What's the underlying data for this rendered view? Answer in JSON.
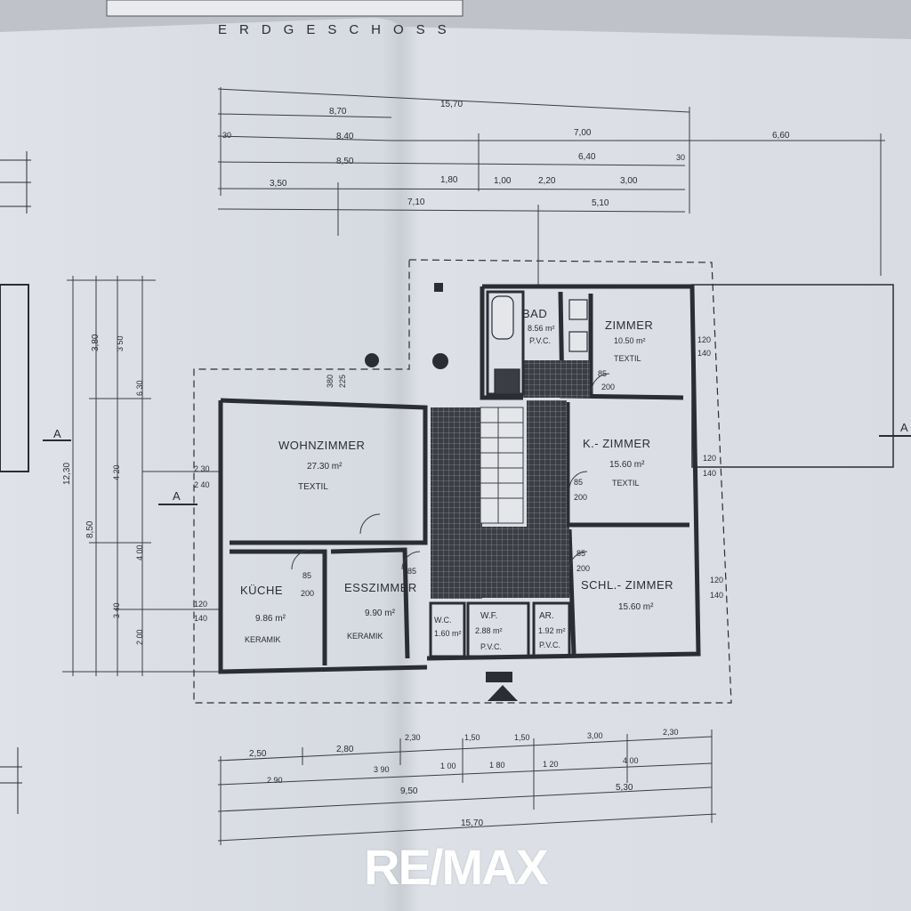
{
  "plan": {
    "title": "ERDGESCHOSS",
    "section_label": "A",
    "rooms": {
      "wohnzimmer": {
        "name": "WOHNZIMMER",
        "area": "27.30 m²",
        "floor": "TEXTIL"
      },
      "kueche": {
        "name": "KÜCHE",
        "area": "9.86 m²",
        "floor": "KERAMIK"
      },
      "esszimmer": {
        "name": "ESSZIMMER",
        "area": "9.90 m²",
        "floor": "KERAMIK"
      },
      "bad": {
        "name": "BAD",
        "area": "8.56 m²",
        "floor": "P.V.C."
      },
      "zimmer": {
        "name": "ZIMMER",
        "area": "10.50 m²",
        "floor": "TEXTIL"
      },
      "kzimmer": {
        "name": "K.- ZIMMER",
        "area": "15.60 m²",
        "floor": "TEXTIL"
      },
      "schlzimmer": {
        "name": "SCHL.- ZIMMER",
        "area": "15.60 m²"
      },
      "wc": {
        "name": "W.C.",
        "area": "1.60 m²"
      },
      "wf": {
        "name": "W.F.",
        "area": "2.88 m²",
        "floor": "P.V.C."
      },
      "ar": {
        "name": "AR.",
        "area": "1.92 m²",
        "floor": "P.V.C."
      }
    },
    "top_dims": {
      "total": "15,70",
      "left_a": "8,70",
      "left_b": "8,40",
      "left_c": "8,50",
      "right_a": "7,00",
      "right_b": "6,40",
      "right_c": "5,10",
      "garage": "6,60",
      "seg_350": "3,50",
      "seg_710": "7,10",
      "seg_180": "1,80",
      "seg_100": "1,00",
      "seg_220": "2,20",
      "seg_300": "3,00",
      "seg_30": "30"
    },
    "bottom_dims": {
      "s250": "2,50",
      "s280": "2,80",
      "s230": "2,30",
      "s150a": "1,50",
      "s150b": "1,50",
      "s300": "3,00",
      "s230b": "2,30",
      "s290": "2 90",
      "s390": "3 90",
      "s100": "1 00",
      "s180": "1 80",
      "s120": "1 20",
      "s400": "4 00",
      "s950": "9,50",
      "s530": "5,30",
      "total": "15,70"
    },
    "left_dims": {
      "h1230": "12,30",
      "h850": "8,50",
      "h380": "3,80",
      "h350": "3 50",
      "h630": "6 30",
      "h420": "4 20",
      "h400": "4 00",
      "h340": "3 40",
      "h200": "2 00"
    },
    "openings": {
      "o85": "85",
      "o200": "200",
      "o120": "120",
      "o140": "140",
      "o230": "2 30",
      "o240": "2 40",
      "o380": "380",
      "o225": "225"
    }
  },
  "watermark": {
    "brand": "RE/MAX"
  }
}
